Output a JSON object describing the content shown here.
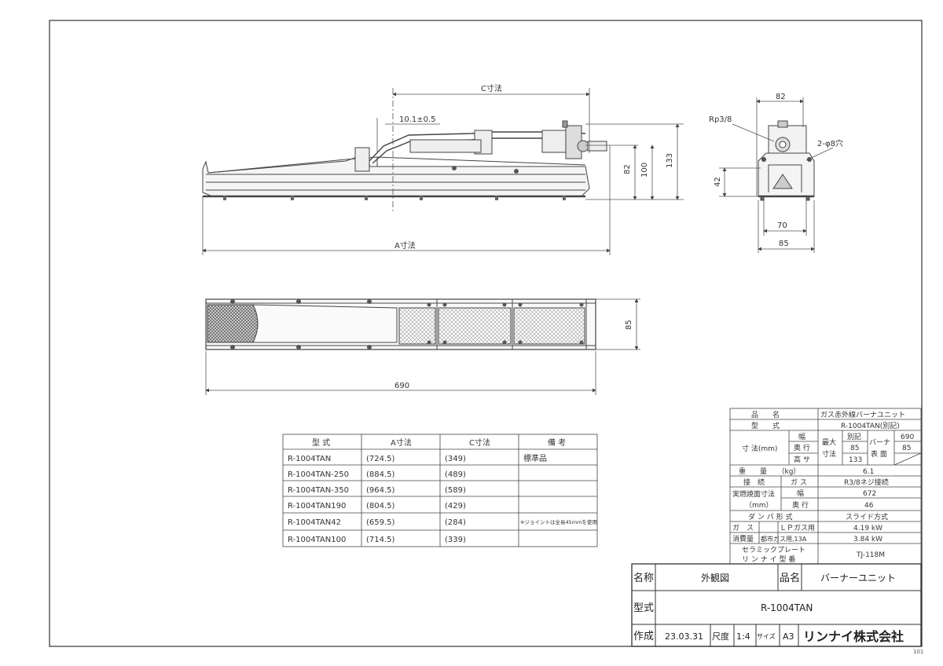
{
  "dimensions": {
    "c_dim": "C寸法",
    "a_dim": "A寸法",
    "joint": "10.1±0.5",
    "h82": "82",
    "h100": "100",
    "h133": "133",
    "top_width": "690",
    "top_depth": "85",
    "side_top": "82",
    "side_42": "42",
    "side_70": "70",
    "side_85": "85",
    "rp": "Rp3/8",
    "holes": "2-φ8穴"
  },
  "model_table": {
    "headers": [
      "型 式",
      "A寸法",
      "C寸法",
      "備 考"
    ],
    "rows": [
      {
        "model": "R-1004TAN",
        "a": "(724.5)",
        "c": "(349)",
        "note": "標準品"
      },
      {
        "model": "R-1004TAN-250",
        "a": "(884.5)",
        "c": "(489)",
        "note": ""
      },
      {
        "model": "R-1004TAN-350",
        "a": "(964.5)",
        "c": "(589)",
        "note": ""
      },
      {
        "model": "R-1004TAN190",
        "a": "(804.5)",
        "c": "(429)",
        "note": ""
      },
      {
        "model": "R-1004TAN42",
        "a": "(659.5)",
        "c": "(284)",
        "note": "※ジョイントは全長45mmを使用"
      },
      {
        "model": "R-1004TAN100",
        "a": "(714.5)",
        "c": "(339)",
        "note": ""
      }
    ]
  },
  "spec": {
    "hinmei_label": "品　　名",
    "hinmei_value": "ガス赤外線バーナユニット",
    "katashiki_label": "型　　式",
    "katashiki_value": "R-1004TAN(別記)",
    "sunpo_label": "寸 法(mm)",
    "haba": "幅",
    "okuyuki": "奥 行",
    "takasa": "高 サ",
    "saidai_sunpo": "最大\n寸法",
    "saidai_1": "最大",
    "saidai_2": "寸法",
    "bekki": "別記",
    "v85": "85",
    "v133": "133",
    "burner_hyomen_1": "バーナ",
    "burner_hyomen_2": "表 面",
    "v690": "690",
    "v85b": "85",
    "juryo_label": "重　　量　　（kg）",
    "juryo_value": "6.1",
    "setsuzoku_label": "接　続",
    "gas": "ガ ス",
    "setsuzoku_value": "R3/8ネジ接続",
    "jisshou_label_1": "実燃焼面寸法",
    "jisshou_label_2": "（mm）",
    "jisshou_haba": "幅",
    "jisshou_haba_value": "672",
    "jisshou_oku": "奥 行",
    "jisshou_oku_value": "46",
    "damper_label": "ダ ン パ 形 式",
    "damper_value": "スライド方式",
    "gas_label": "ガ　ス",
    "lp_label": "ＬＰガス用",
    "lp_value": "4.19 kW",
    "shouhi_label": "消費量",
    "toshi_label": "都市ガス用,13A",
    "toshi_value": "3.84 kW",
    "ceramic_label_1": "セラミックプレート",
    "ceramic_label_2": "リ ン ナ イ 型 番",
    "ceramic_value": "TJ-118M"
  },
  "title_block": {
    "meisho_label": "名称",
    "meisho_value": "外観図",
    "hinmei_label": "品名",
    "hinmei_value": "バーナーユニット",
    "katashiki_label": "型式",
    "katashiki_value": "R-1004TAN",
    "sakusei_label": "作成",
    "date": "23.03.31",
    "shakudo_label": "尺度",
    "scale": "1:4",
    "size_label": "サイズ",
    "size": "A3",
    "company": "リンナイ株式会社"
  },
  "corner_code": "101"
}
